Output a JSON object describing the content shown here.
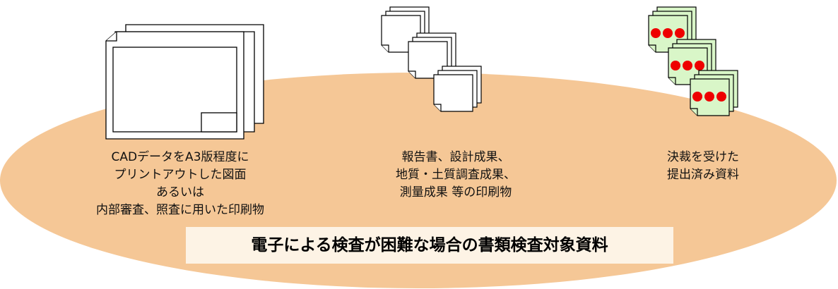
{
  "colors": {
    "ellipse_fill": "#f5c796",
    "banner_fill": "#fdf3e5",
    "paper_white": "#ffffff",
    "paper_green": "#d9f6c8",
    "seal_red": "#ee0000",
    "outline": "#000000"
  },
  "icons": {
    "cad": "cad-drawing-stack-icon",
    "print": "printed-documents-icon",
    "approved": "approved-documents-icon"
  },
  "captions": {
    "cad_drawings": [
      "CADデータをA3版程度に",
      "プリントアウトした図面",
      "あるいは",
      "内部審査、照査に用いた印刷物"
    ],
    "printed_reports": [
      "報告書、設計成果、",
      "地質・土質調査成果、",
      "測量成果 等の印刷物"
    ],
    "approved_materials": [
      "決裁を受けた",
      "提出済み資料"
    ]
  },
  "banner": {
    "title": "電子による検査が困難な場合の書類検査対象資料"
  }
}
